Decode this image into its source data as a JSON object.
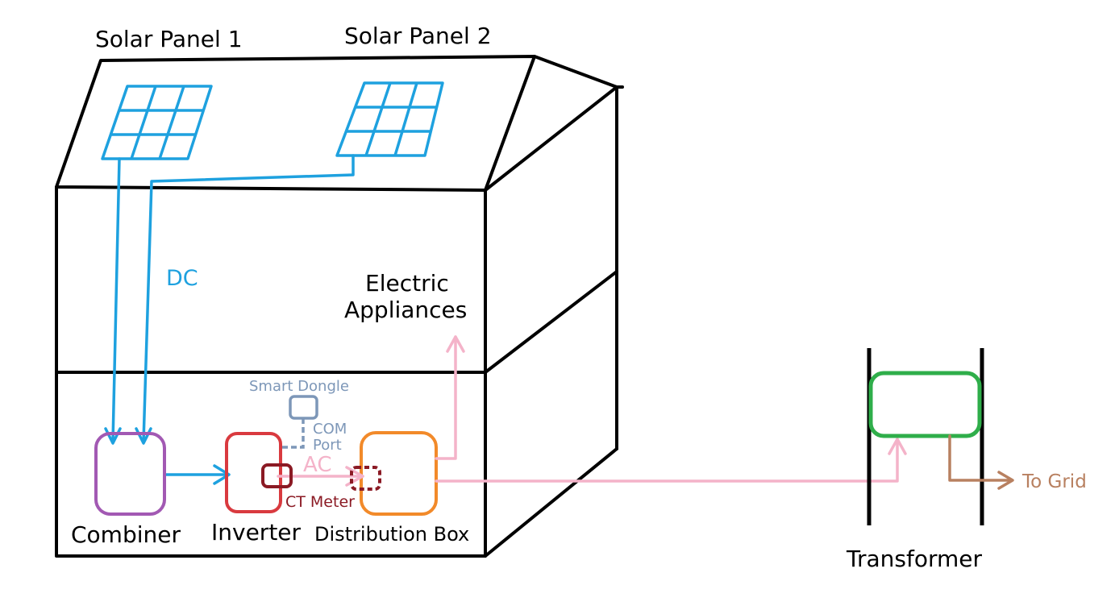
{
  "labels": {
    "solar_panel_1": "Solar Panel 1",
    "solar_panel_2": "Solar Panel 2",
    "dc": "DC",
    "electric_appliances_line1": "Electric",
    "electric_appliances_line2": "Appliances",
    "smart_dongle": "Smart Dongle",
    "com_port_line1": "COM",
    "com_port_line2": "Port",
    "ac": "AC",
    "ct_meter": "CT Meter",
    "combiner": "Combiner",
    "inverter": "Inverter",
    "distribution_box": "Distribution Box",
    "transformer": "Transformer",
    "to_grid": "To Grid"
  },
  "colors": {
    "outline": "#000000",
    "dc_wire": "#1ea1df",
    "ac_wire": "#f4b3c9",
    "combiner": "#a259b3",
    "inverter": "#d93a3f",
    "ct_meter": "#8b1a24",
    "distribution_box": "#f28a2a",
    "smart_dongle": "#7d97b8",
    "transformer": "#2fae4a",
    "to_grid": "#b88060"
  }
}
